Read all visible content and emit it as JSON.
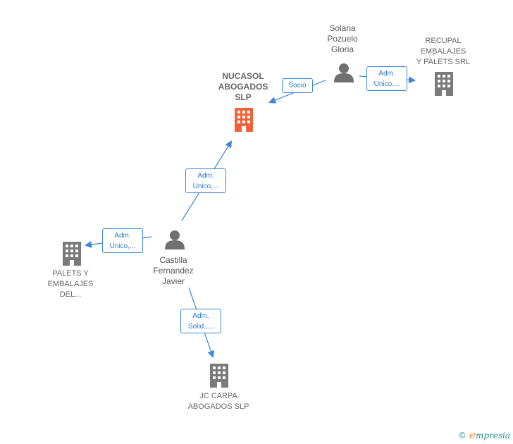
{
  "nodes": {
    "nucasol": {
      "label": "NUCASOL\nABOGADOS\nSLP",
      "type": "company-main",
      "icon": "building-icon"
    },
    "solana": {
      "label": "Solana\nPozuelo\nGloria",
      "type": "person",
      "icon": "person-icon"
    },
    "recupal": {
      "label": "RECUPAL\nEMBALAJES\nY PALETS SRL",
      "type": "company",
      "icon": "building-icon"
    },
    "castilla": {
      "label": "Castilla\nFernandez\nJavier",
      "type": "person",
      "icon": "person-icon"
    },
    "palets": {
      "label": "PALETS Y\nEMBALAJES\nDEL...",
      "type": "company",
      "icon": "building-icon"
    },
    "jccarpa": {
      "label": "JC CARPA\nABOGADOS  SLP",
      "type": "company",
      "icon": "building-icon"
    }
  },
  "edges": {
    "socio": {
      "label": "Socio",
      "from": "Solana Pozuelo Gloria",
      "to": "NUCASOL ABOGADOS SLP"
    },
    "solana_recupal": {
      "label": "Adm.\nUnico,...",
      "from": "Solana Pozuelo Gloria",
      "to": "RECUPAL EMBALAJES Y PALETS SRL"
    },
    "castilla_nucasol": {
      "label": "Adm.\nUnico,...",
      "from": "Castilla Fernandez Javier",
      "to": "NUCASOL ABOGADOS SLP"
    },
    "castilla_palets": {
      "label": "Adm.\nUnico,...",
      "from": "Castilla Fernandez Javier",
      "to": "PALETS Y EMBALAJES DEL..."
    },
    "castilla_jccarpa": {
      "label": "Adm.\nSolid.,...",
      "from": "Castilla Fernandez Javier",
      "to": "JC CARPA ABOGADOS SLP"
    }
  },
  "colors": {
    "main_company": "#f4623a",
    "company": "#7a7a7a",
    "person": "#707070",
    "edge": "#3d87d4"
  },
  "footer": {
    "copyright": "©",
    "brand_initial": "e",
    "brand_rest": "mpresia"
  }
}
